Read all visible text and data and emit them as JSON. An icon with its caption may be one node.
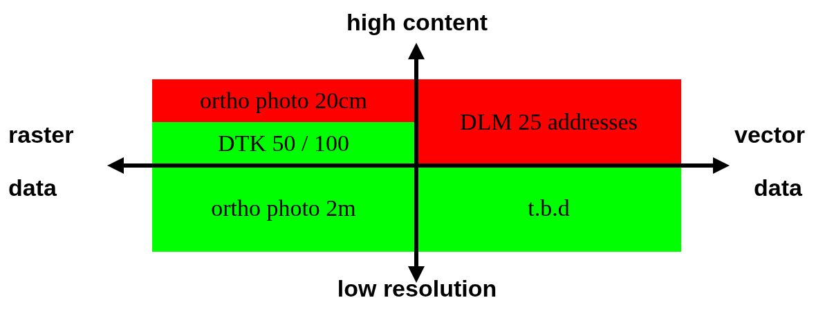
{
  "diagram": {
    "nodes": [
      {
        "text": [
          "ortho photo 20cm"
        ]
      },
      {
        "text": [
          "DLM 25 addresses"
        ]
      },
      {
        "text": [
          "DTK 50 / 100"
        ]
      },
      {
        "text": [
          "ortho photo 2m"
        ]
      },
      {
        "text": [
          "t.b.d"
        ]
      }
    ],
    "labels": [
      "high content",
      "raster",
      "vector",
      "data",
      "data",
      "low resolution"
    ]
  }
}
